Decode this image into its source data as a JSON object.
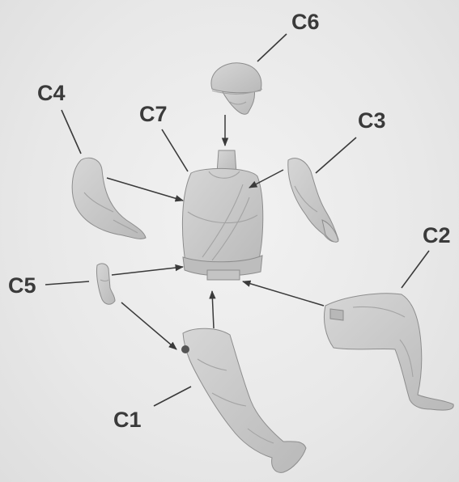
{
  "colors": {
    "background": "#e9e9e9",
    "part_fill": "#c9c9c9",
    "part_shade": "#b1b1b1",
    "line": "#3a3a3a",
    "label": "#3a3a3a"
  },
  "labels": {
    "c1": "C1",
    "c2": "C2",
    "c3": "C3",
    "c4": "C4",
    "c5": "C5",
    "c6": "C6",
    "c7": "C7"
  }
}
